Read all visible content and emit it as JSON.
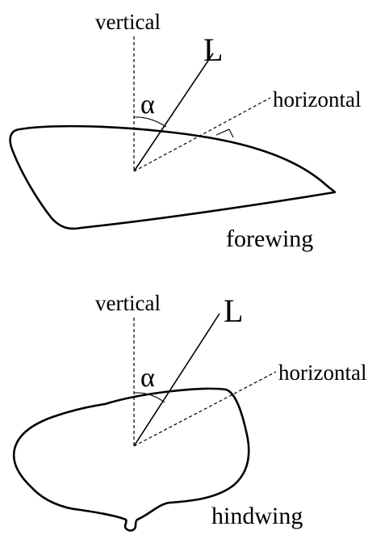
{
  "forewing_panel": {
    "vertical_label": "vertical",
    "line_label": "L",
    "angle_label": "α",
    "horizontal_label": "horizontal",
    "wing_label": "forewing"
  },
  "hindwing_panel": {
    "vertical_label": "vertical",
    "line_label": "L",
    "angle_label": "α",
    "horizontal_label": "horizontal",
    "wing_label": "hindwing"
  }
}
